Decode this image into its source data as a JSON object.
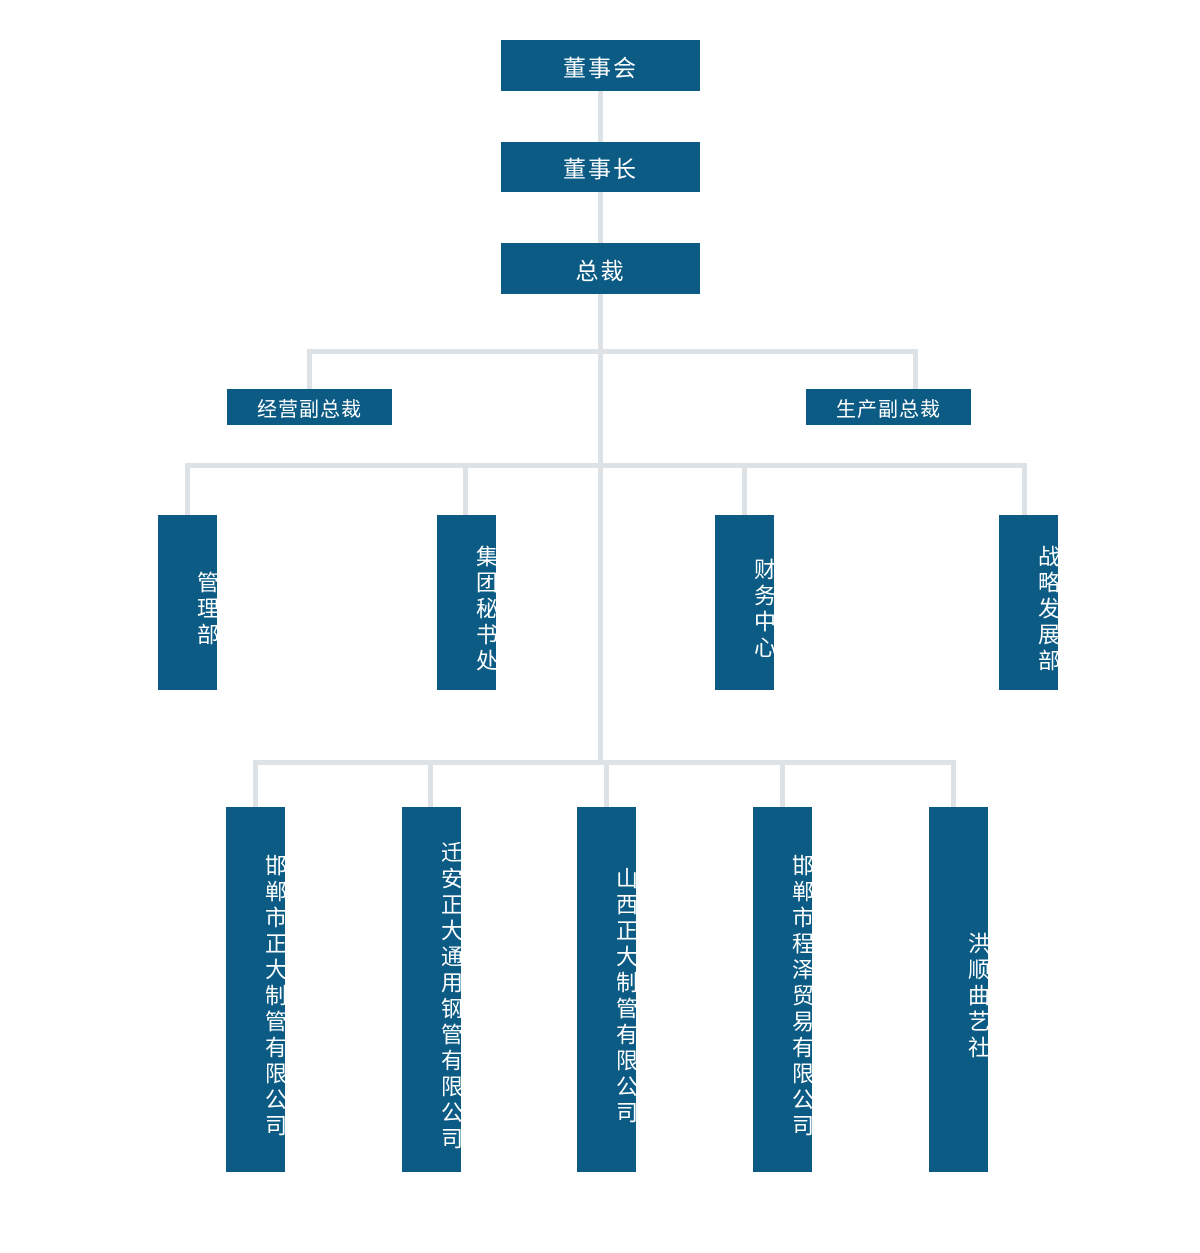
{
  "chart": {
    "title": "组织架构图",
    "colors": {
      "node_fill": "#0b5b85",
      "node_text": "#ffffff",
      "connector": "#dde2e6",
      "background": "#ffffff"
    },
    "levels": [
      {
        "name": "board",
        "nodes": [
          {
            "id": "board",
            "label": "董事会",
            "orientation": "horizontal"
          }
        ]
      },
      {
        "name": "chairman",
        "nodes": [
          {
            "id": "chairman",
            "label": "董事长",
            "orientation": "horizontal"
          }
        ]
      },
      {
        "name": "president",
        "nodes": [
          {
            "id": "president",
            "label": "总裁",
            "orientation": "horizontal"
          }
        ]
      },
      {
        "name": "vice-presidents",
        "nodes": [
          {
            "id": "vp-operations",
            "label": "经营副总裁",
            "orientation": "horizontal"
          },
          {
            "id": "vp-production",
            "label": "生产副总裁",
            "orientation": "horizontal"
          }
        ]
      },
      {
        "name": "departments",
        "nodes": [
          {
            "id": "dept-management",
            "label": "管理部",
            "orientation": "vertical"
          },
          {
            "id": "dept-group-secretariat",
            "label": "集团秘书处",
            "orientation": "vertical"
          },
          {
            "id": "dept-finance-center",
            "label": "财务中心",
            "orientation": "vertical"
          },
          {
            "id": "dept-strategy-development",
            "label": "战略发展部",
            "orientation": "vertical"
          }
        ]
      },
      {
        "name": "subsidiaries",
        "nodes": [
          {
            "id": "sub-handan-zhengda",
            "label": "邯郸市正大制管有限公司",
            "orientation": "vertical"
          },
          {
            "id": "sub-qianan-zhengda",
            "label": "迁安正大通用钢管有限公司",
            "orientation": "vertical"
          },
          {
            "id": "sub-shanxi-zhengda",
            "label": "山西正大制管有限公司",
            "orientation": "vertical"
          },
          {
            "id": "sub-handan-chengze",
            "label": "邯郸市程泽贸易有限公司",
            "orientation": "vertical"
          },
          {
            "id": "sub-hongshun-quyishe",
            "label": "洪顺曲艺社",
            "orientation": "vertical"
          }
        ]
      }
    ]
  }
}
